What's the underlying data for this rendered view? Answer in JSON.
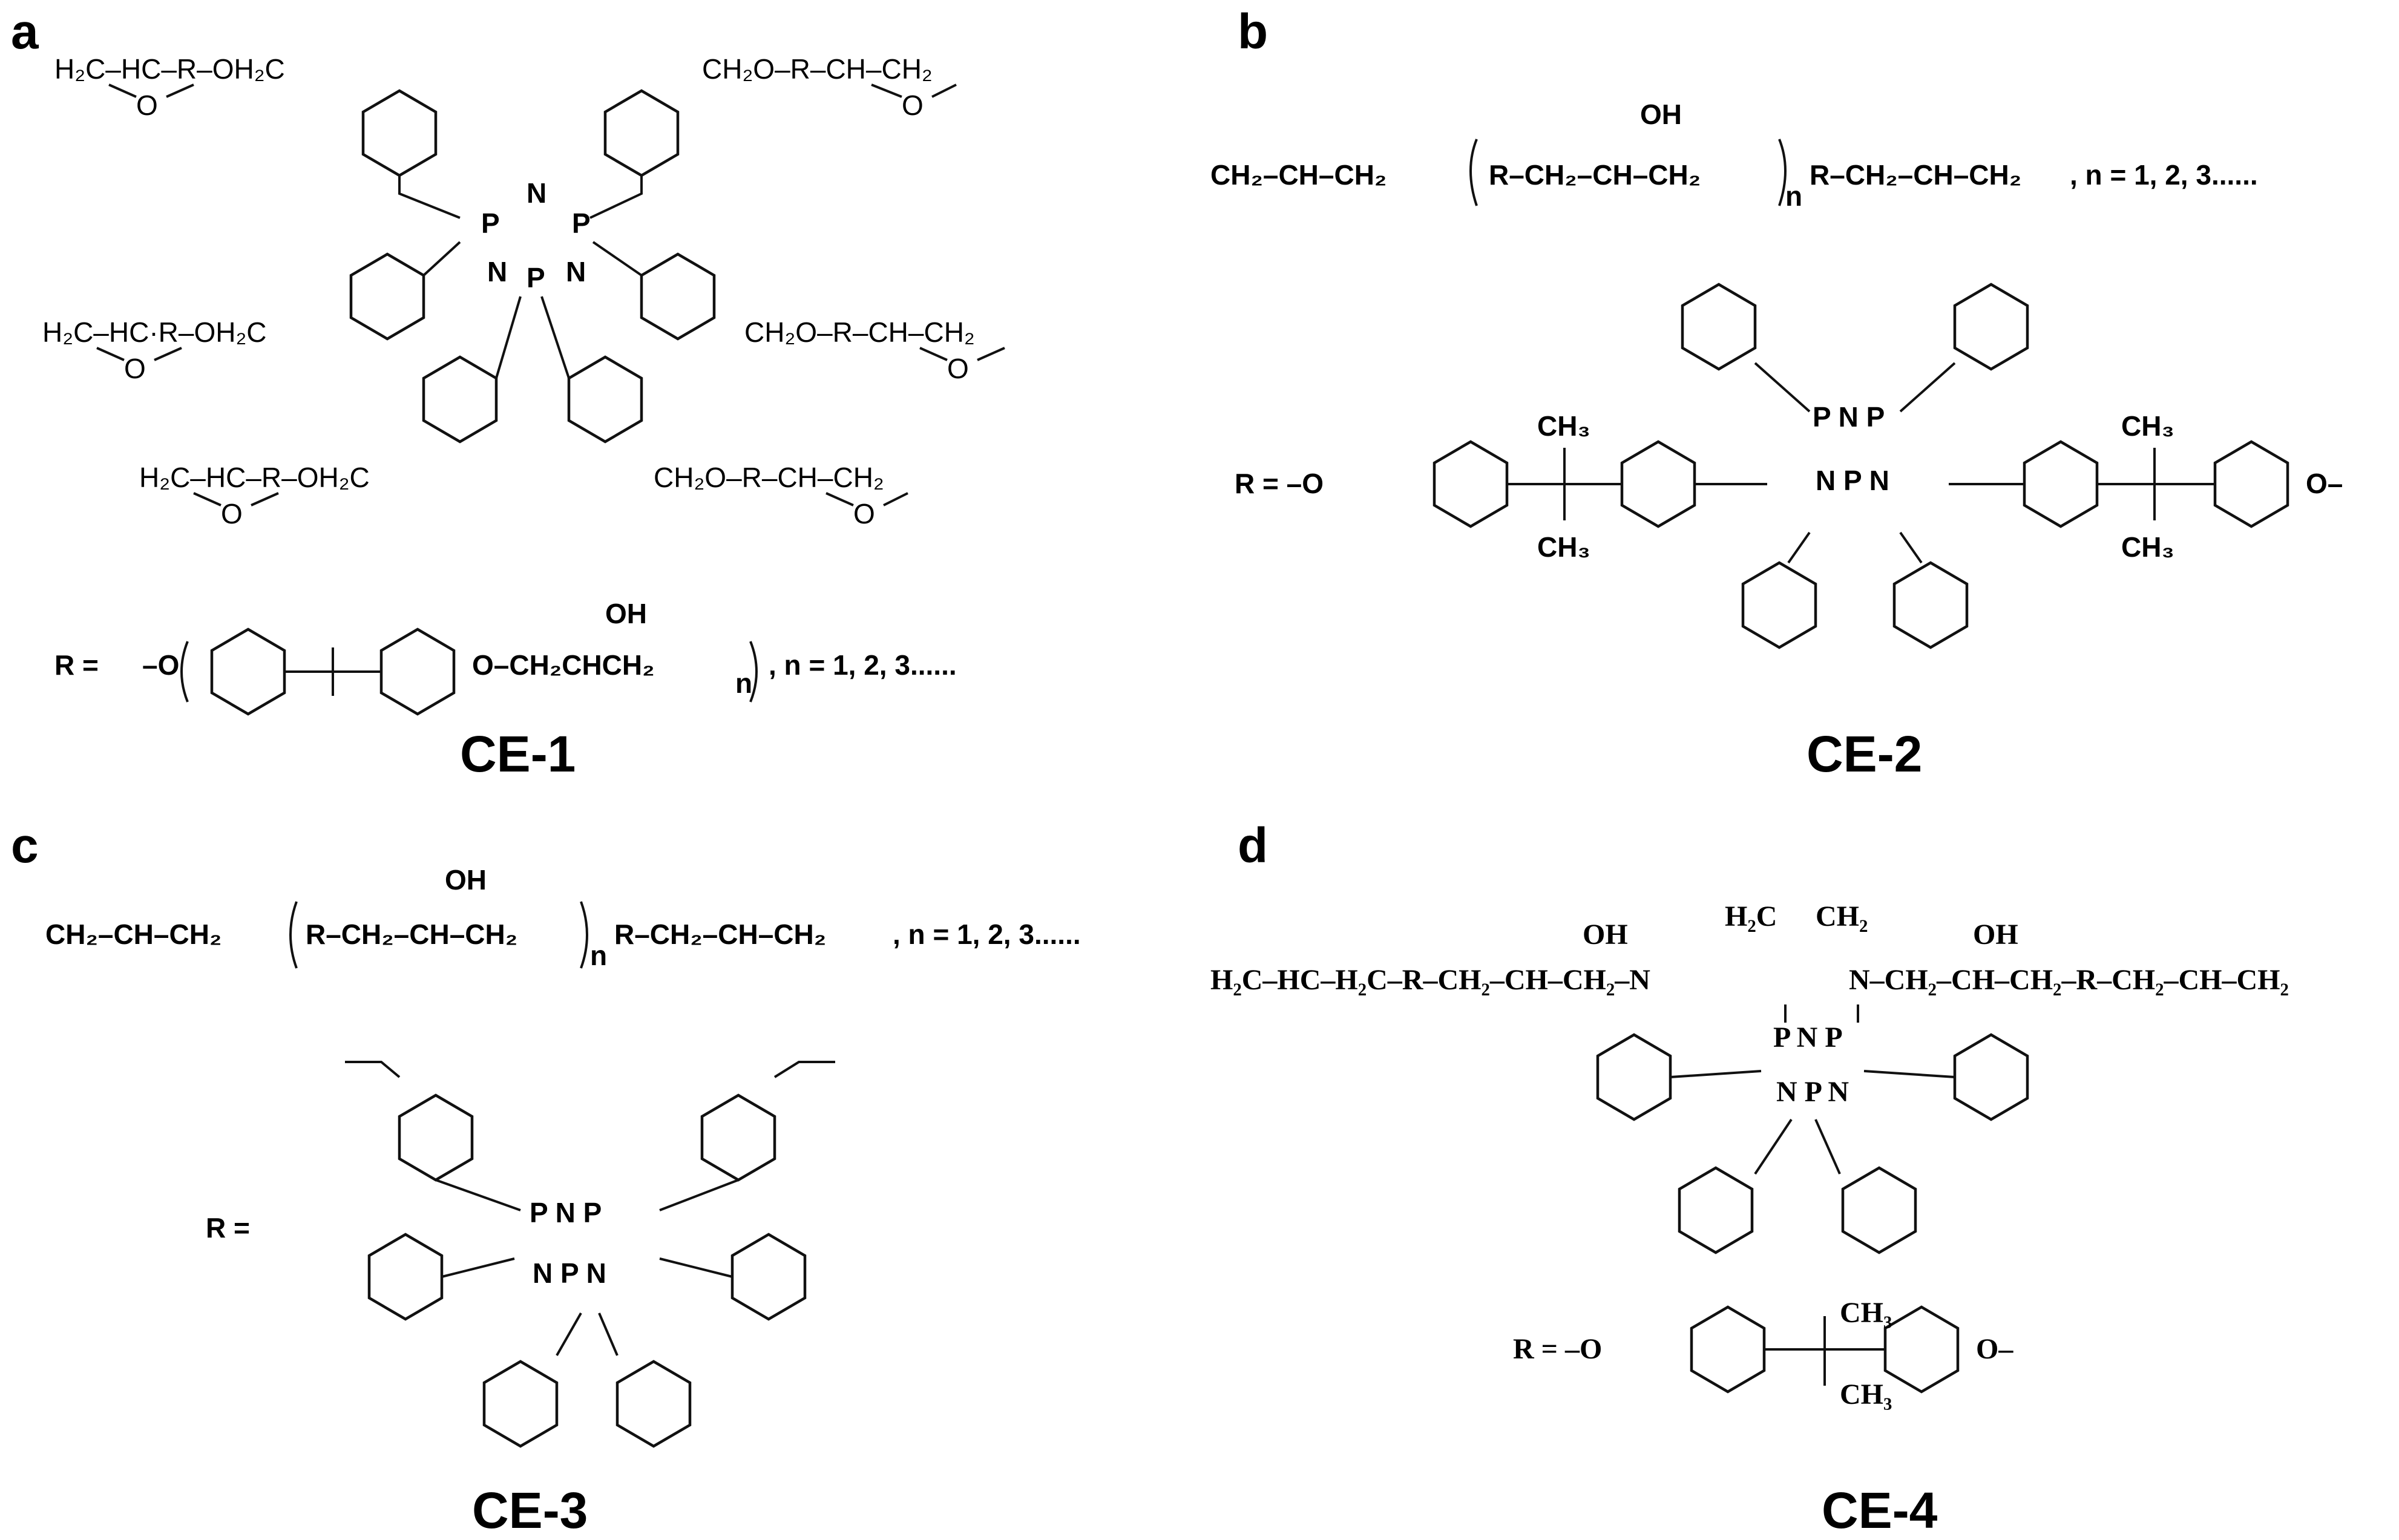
{
  "panels": [
    {
      "letter": "a",
      "caption": "CE-1",
      "phosphazene_core": {
        "P": "P",
        "N": "N"
      },
      "labels": {
        "ep_left_top": "H₂C–HC–R–OH₂C",
        "ep_right_top": "CH₂O–R–CH–CH₂",
        "ep_left_mid": "H₂C–HC·R–OH₂C",
        "ep_right_mid": "CH₂O–R–CH–CH₂",
        "ep_left_bot": "H₂C–HC–R–OH₂C",
        "ep_right_bot": "CH₂O–R–CH–CH₂",
        "oxygen": "O"
      },
      "r_definition": {
        "prefix": "R =",
        "start": "–O",
        "chain": "O–CH₂CHCH₂",
        "oh": "OH",
        "n": "n",
        "note": ", n = 1, 2, 3......"
      }
    },
    {
      "letter": "b",
      "caption": "CE-2",
      "backbone": {
        "left": "CH₂–CH–CH₂",
        "inner": "R–CH₂–CH–CH₂",
        "right": "R–CH₂–CH–CH₂",
        "oh": "OH",
        "n": "n",
        "note": ", n = 1, 2, 3......"
      },
      "r_definition": {
        "prefix": "R = –O",
        "methyl_top": "CH₃",
        "methyl_bottom": "CH₃",
        "end": "O–"
      }
    },
    {
      "letter": "c",
      "caption": "CE-3",
      "backbone": {
        "left": "CH₂–CH–CH₂",
        "inner": "R–CH₂–CH–CH₂",
        "right": "R–CH₂–CH–CH₂",
        "oh": "OH",
        "n": "n",
        "note": ", n = 1, 2, 3......"
      },
      "r_definition": {
        "prefix": "R ="
      }
    },
    {
      "letter": "d",
      "caption": "CE-4",
      "backbone": {
        "left": "H₂C–HC–H₂C–R–CH₂–CH–CH₂–N",
        "right": "N–CH₂–CH–CH₂–R–CH₂–CH–CH₂",
        "bridge_left": "H₂C",
        "bridge_right": "CH₂",
        "oh": "OH"
      },
      "r_definition": {
        "prefix": "R = –O",
        "methyl_top": "CH₃",
        "methyl_bottom": "CH₃",
        "end": "O–"
      }
    }
  ],
  "colors": {
    "ink": "#111111",
    "background": "#ffffff"
  }
}
